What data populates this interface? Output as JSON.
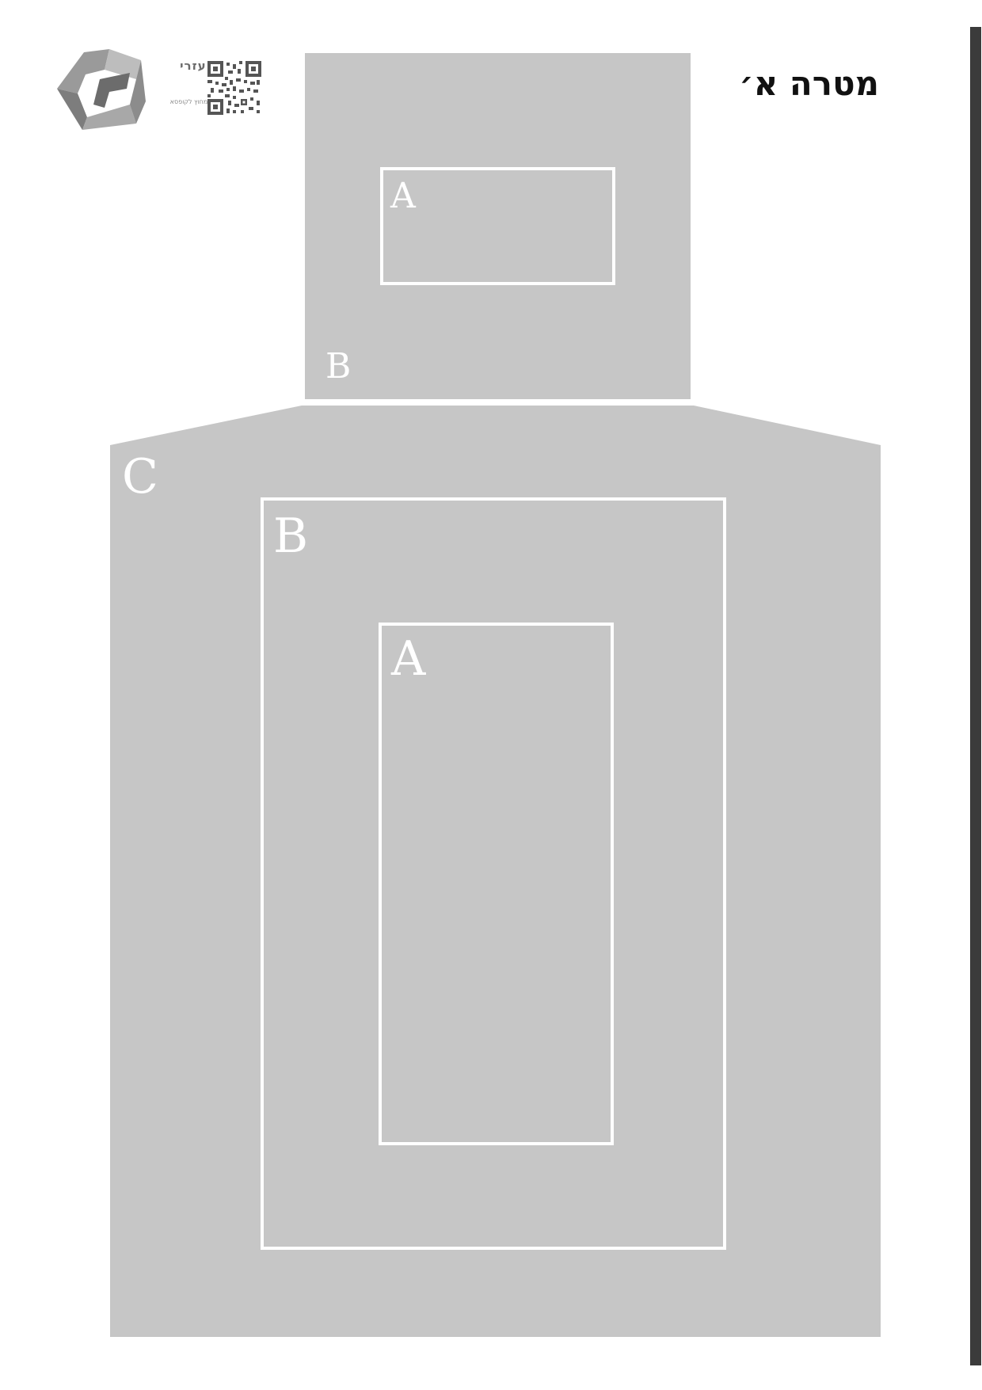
{
  "page": {
    "title": "מטרה א׳"
  },
  "logo": {
    "name": "יחידת עזרי אימון",
    "tagline": "ייצור פתרונות מחוץ לקופסא",
    "icon": "unit-logo-icon",
    "qr_icon": "qr-code-icon"
  },
  "target": {
    "fill_color": "#c6c6c6",
    "line_color": "#ffffff",
    "head": {
      "zone_a_label": "A",
      "zone_b_label": "B"
    },
    "torso": {
      "zone_a_label": "A",
      "zone_b_label": "B",
      "zone_c_label": "C"
    }
  }
}
